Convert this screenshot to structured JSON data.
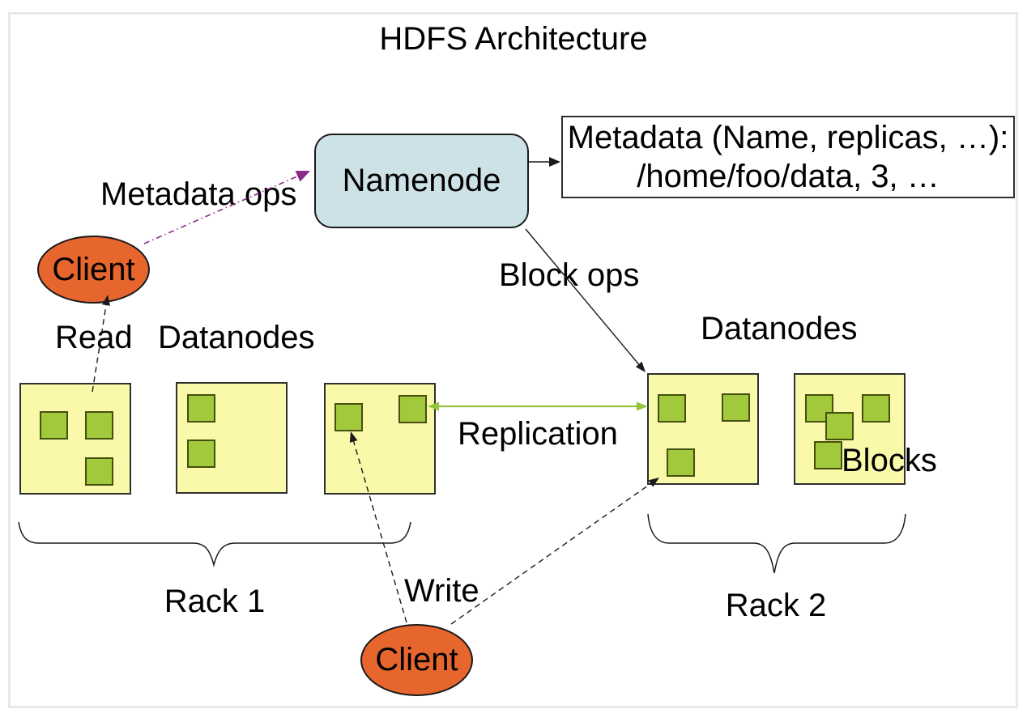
{
  "title": "HDFS Architecture",
  "namenode": {
    "label": "Namenode"
  },
  "metadata_box": {
    "line1": "Metadata (Name, replicas, …):",
    "line2": "/home/foo/data, 3, …"
  },
  "clients": {
    "top": "Client",
    "bottom": "Client"
  },
  "labels": {
    "metadata_ops": "Metadata ops",
    "block_ops": "Block ops",
    "read": "Read",
    "write": "Write",
    "replication": "Replication",
    "datanodes_left": "Datanodes",
    "datanodes_right": "Datanodes",
    "blocks": "Blocks"
  },
  "racks": [
    {
      "label": "Rack 1",
      "datanode_count": 3,
      "block_counts": [
        3,
        2,
        2
      ]
    },
    {
      "label": "Rack 2",
      "datanode_count": 2,
      "block_counts": [
        3,
        4
      ]
    }
  ],
  "colors": {
    "namenode_fill": "#cde2e6",
    "client_fill": "#e7662e",
    "datanode_fill": "#f9f9a9",
    "block_fill": "#a2c83c",
    "replication_arrow": "#95c43f",
    "metadata_ops_arrow": "#8a2c8a",
    "line": "#1a1a1a",
    "frame_border": "#e8e8e8"
  }
}
